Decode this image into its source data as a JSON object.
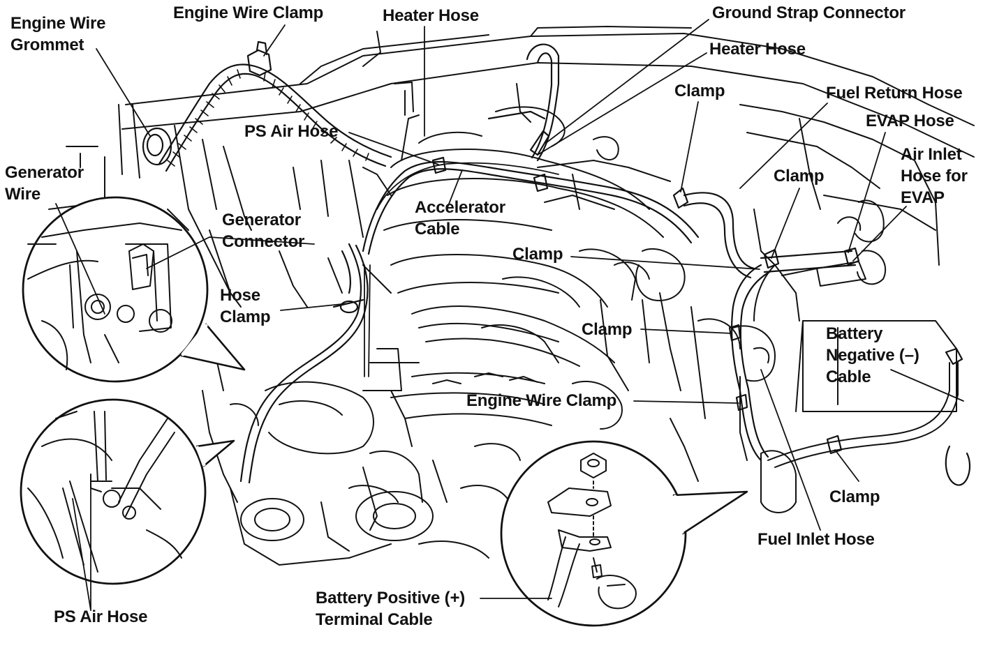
{
  "labels": {
    "engine_wire_grommet": [
      "Engine Wire",
      "Grommet"
    ],
    "engine_wire_clamp_top": "Engine Wire Clamp",
    "heater_hose_top": "Heater Hose",
    "ground_strap_connector": "Ground Strap Connector",
    "heater_hose_right": "Heater Hose",
    "clamp_upper": "Clamp",
    "fuel_return_hose": "Fuel Return Hose",
    "evap_hose": "EVAP Hose",
    "air_inlet_hose_evap": [
      "Air Inlet",
      "Hose for",
      "EVAP"
    ],
    "ps_air_hose_top": "PS Air Hose",
    "generator_wire": [
      "Generator",
      "Wire"
    ],
    "clamp_mid_right": "Clamp",
    "accelerator_cable": [
      "Accelerator",
      "Cable"
    ],
    "generator_connector": [
      "Generator",
      "Connector"
    ],
    "clamp_center": "Clamp",
    "hose_clamp": [
      "Hose",
      "Clamp"
    ],
    "clamp_lower_center": "Clamp",
    "battery_negative_cable": [
      "Battery",
      "Negative (–)",
      "Cable"
    ],
    "engine_wire_clamp_bottom": "Engine Wire Clamp",
    "clamp_bottom_right": "Clamp",
    "fuel_inlet_hose": "Fuel Inlet Hose",
    "battery_positive_cable": [
      "Battery Positive (+)",
      "Terminal Cable"
    ],
    "ps_air_hose_bottom": "PS Air Hose"
  },
  "colors": {
    "ink": "#111111",
    "background": "#ffffff"
  }
}
